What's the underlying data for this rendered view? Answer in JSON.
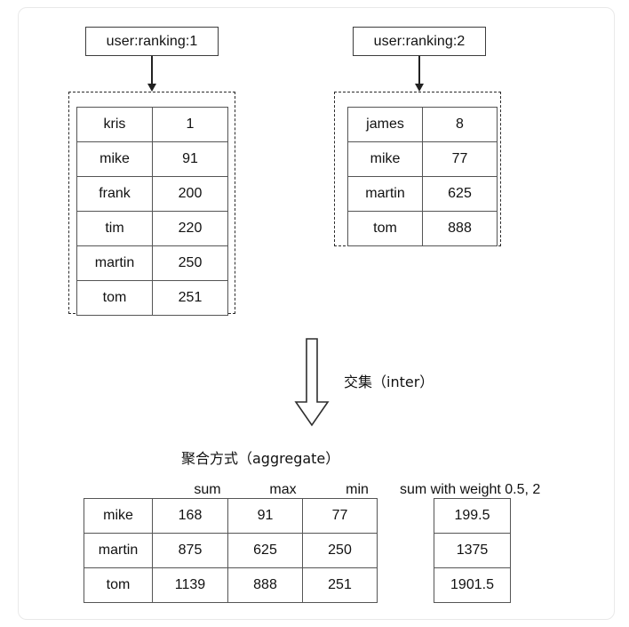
{
  "diagram": {
    "title_note": "Redis sorted-set intersection and aggregation diagram",
    "sources": [
      {
        "key_label": "user:ranking:1",
        "rows": [
          {
            "member": "kris",
            "score": "1"
          },
          {
            "member": "mike",
            "score": "91"
          },
          {
            "member": "frank",
            "score": "200"
          },
          {
            "member": "tim",
            "score": "220"
          },
          {
            "member": "martin",
            "score": "250"
          },
          {
            "member": "tom",
            "score": "251"
          }
        ]
      },
      {
        "key_label": "user:ranking:2",
        "rows": [
          {
            "member": "james",
            "score": "8"
          },
          {
            "member": "mike",
            "score": "77"
          },
          {
            "member": "martin",
            "score": "625"
          },
          {
            "member": "tom",
            "score": "888"
          }
        ]
      }
    ],
    "operation": {
      "arrow_label": "交集（inter）"
    },
    "aggregate": {
      "heading": "聚合方式（aggregate）",
      "column_labels": [
        "sum",
        "max",
        "min"
      ],
      "weighted_label": "sum with weight 0.5, 2",
      "rows": [
        {
          "member": "mike",
          "sum": "168",
          "max": "91",
          "min": "77",
          "weighted": "199.5"
        },
        {
          "member": "martin",
          "sum": "875",
          "max": "625",
          "min": "250",
          "weighted": "1375"
        },
        {
          "member": "tom",
          "sum": "1139",
          "max": "888",
          "min": "251",
          "weighted": "1901.5"
        }
      ]
    }
  }
}
